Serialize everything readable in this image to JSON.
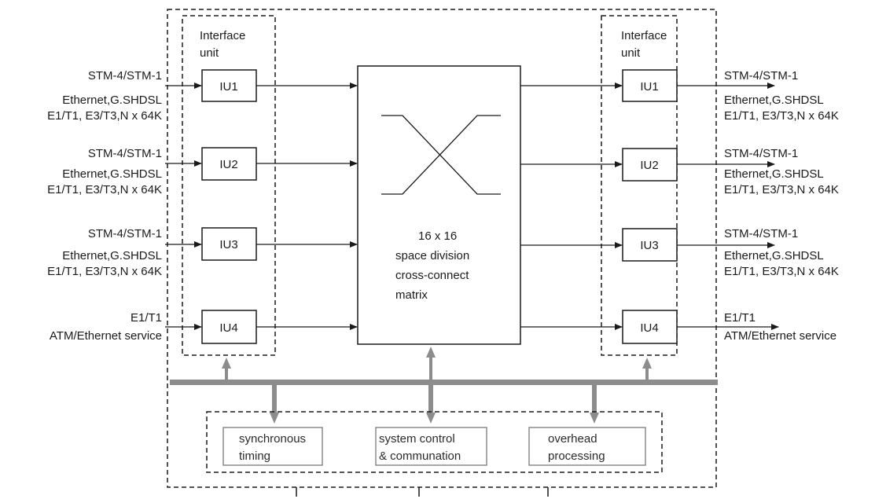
{
  "left_interface": {
    "title_line1": "Interface",
    "title_line2": "unit",
    "units": [
      "IU1",
      "IU2",
      "IU3",
      "IU4"
    ]
  },
  "right_interface": {
    "title_line1": "Interface",
    "title_line2": "unit",
    "units": [
      "IU1",
      "IU2",
      "IU3",
      "IU4"
    ]
  },
  "left_inputs": [
    {
      "line1": "STM-4/STM-1",
      "line2": "Ethernet,G.SHDSL",
      "line3": "E1/T1, E3/T3,N x 64K"
    },
    {
      "line1": "STM-4/STM-1",
      "line2": "Ethernet,G.SHDSL",
      "line3": "E1/T1, E3/T3,N x 64K"
    },
    {
      "line1": "STM-4/STM-1",
      "line2": "Ethernet,G.SHDSL",
      "line3": "E1/T1, E3/T3,N x 64K"
    },
    {
      "line1": "E1/T1",
      "line2": "ATM/Ethernet service"
    }
  ],
  "right_outputs": [
    {
      "line1": "STM-4/STM-1",
      "line2": "Ethernet,G.SHDSL",
      "line3": "E1/T1, E3/T3,N x 64K"
    },
    {
      "line1": "STM-4/STM-1",
      "line2": "Ethernet,G.SHDSL",
      "line3": "E1/T1, E3/T3,N x 64K"
    },
    {
      "line1": "STM-4/STM-1",
      "line2": "Ethernet,G.SHDSL",
      "line3": "E1/T1, E3/T3,N x 64K"
    },
    {
      "line1": "E1/T1",
      "line2": "ATM/Ethernet service"
    }
  ],
  "matrix": {
    "line1": "16 x 16",
    "line2": "space division",
    "line3": "cross-connect",
    "line4": "matrix"
  },
  "bottom_blocks": [
    {
      "line1": "synchronous",
      "line2": "timing"
    },
    {
      "line1": "system control",
      "line2": "& communation"
    },
    {
      "line1": "overhead",
      "line2": "processing"
    }
  ],
  "colors": {
    "line": "#1a1a1a",
    "bus": "#8c8c8c",
    "box_border": "#1a1a1a",
    "sub_box_border": "#7a7a7a"
  }
}
